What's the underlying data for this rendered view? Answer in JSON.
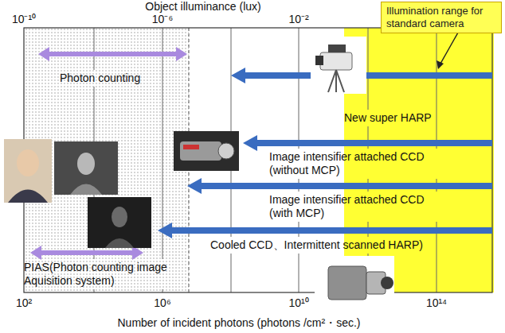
{
  "diagram": {
    "nodes": [
      {
        "text": [
          "Illumination range for standard camera"
        ]
      }
    ],
    "labels": [
      "Object illuminance (lux)",
      "10⁻¹⁰",
      "10⁻⁶",
      "10⁻²",
      "10²",
      "Photon counting",
      "New super HARP",
      "Image intensifier attached CCD (without MCP)",
      "Image intensifier attached CCD (with MCP)",
      "Cooled CCD、Intermittent scanned HARP)",
      "PIAS(Photon counting image Aquisition system)",
      "10²",
      "10⁶",
      "10¹⁰",
      "10¹⁴",
      "Number of incident photons (photons /cm²・sec.)"
    ]
  }
}
